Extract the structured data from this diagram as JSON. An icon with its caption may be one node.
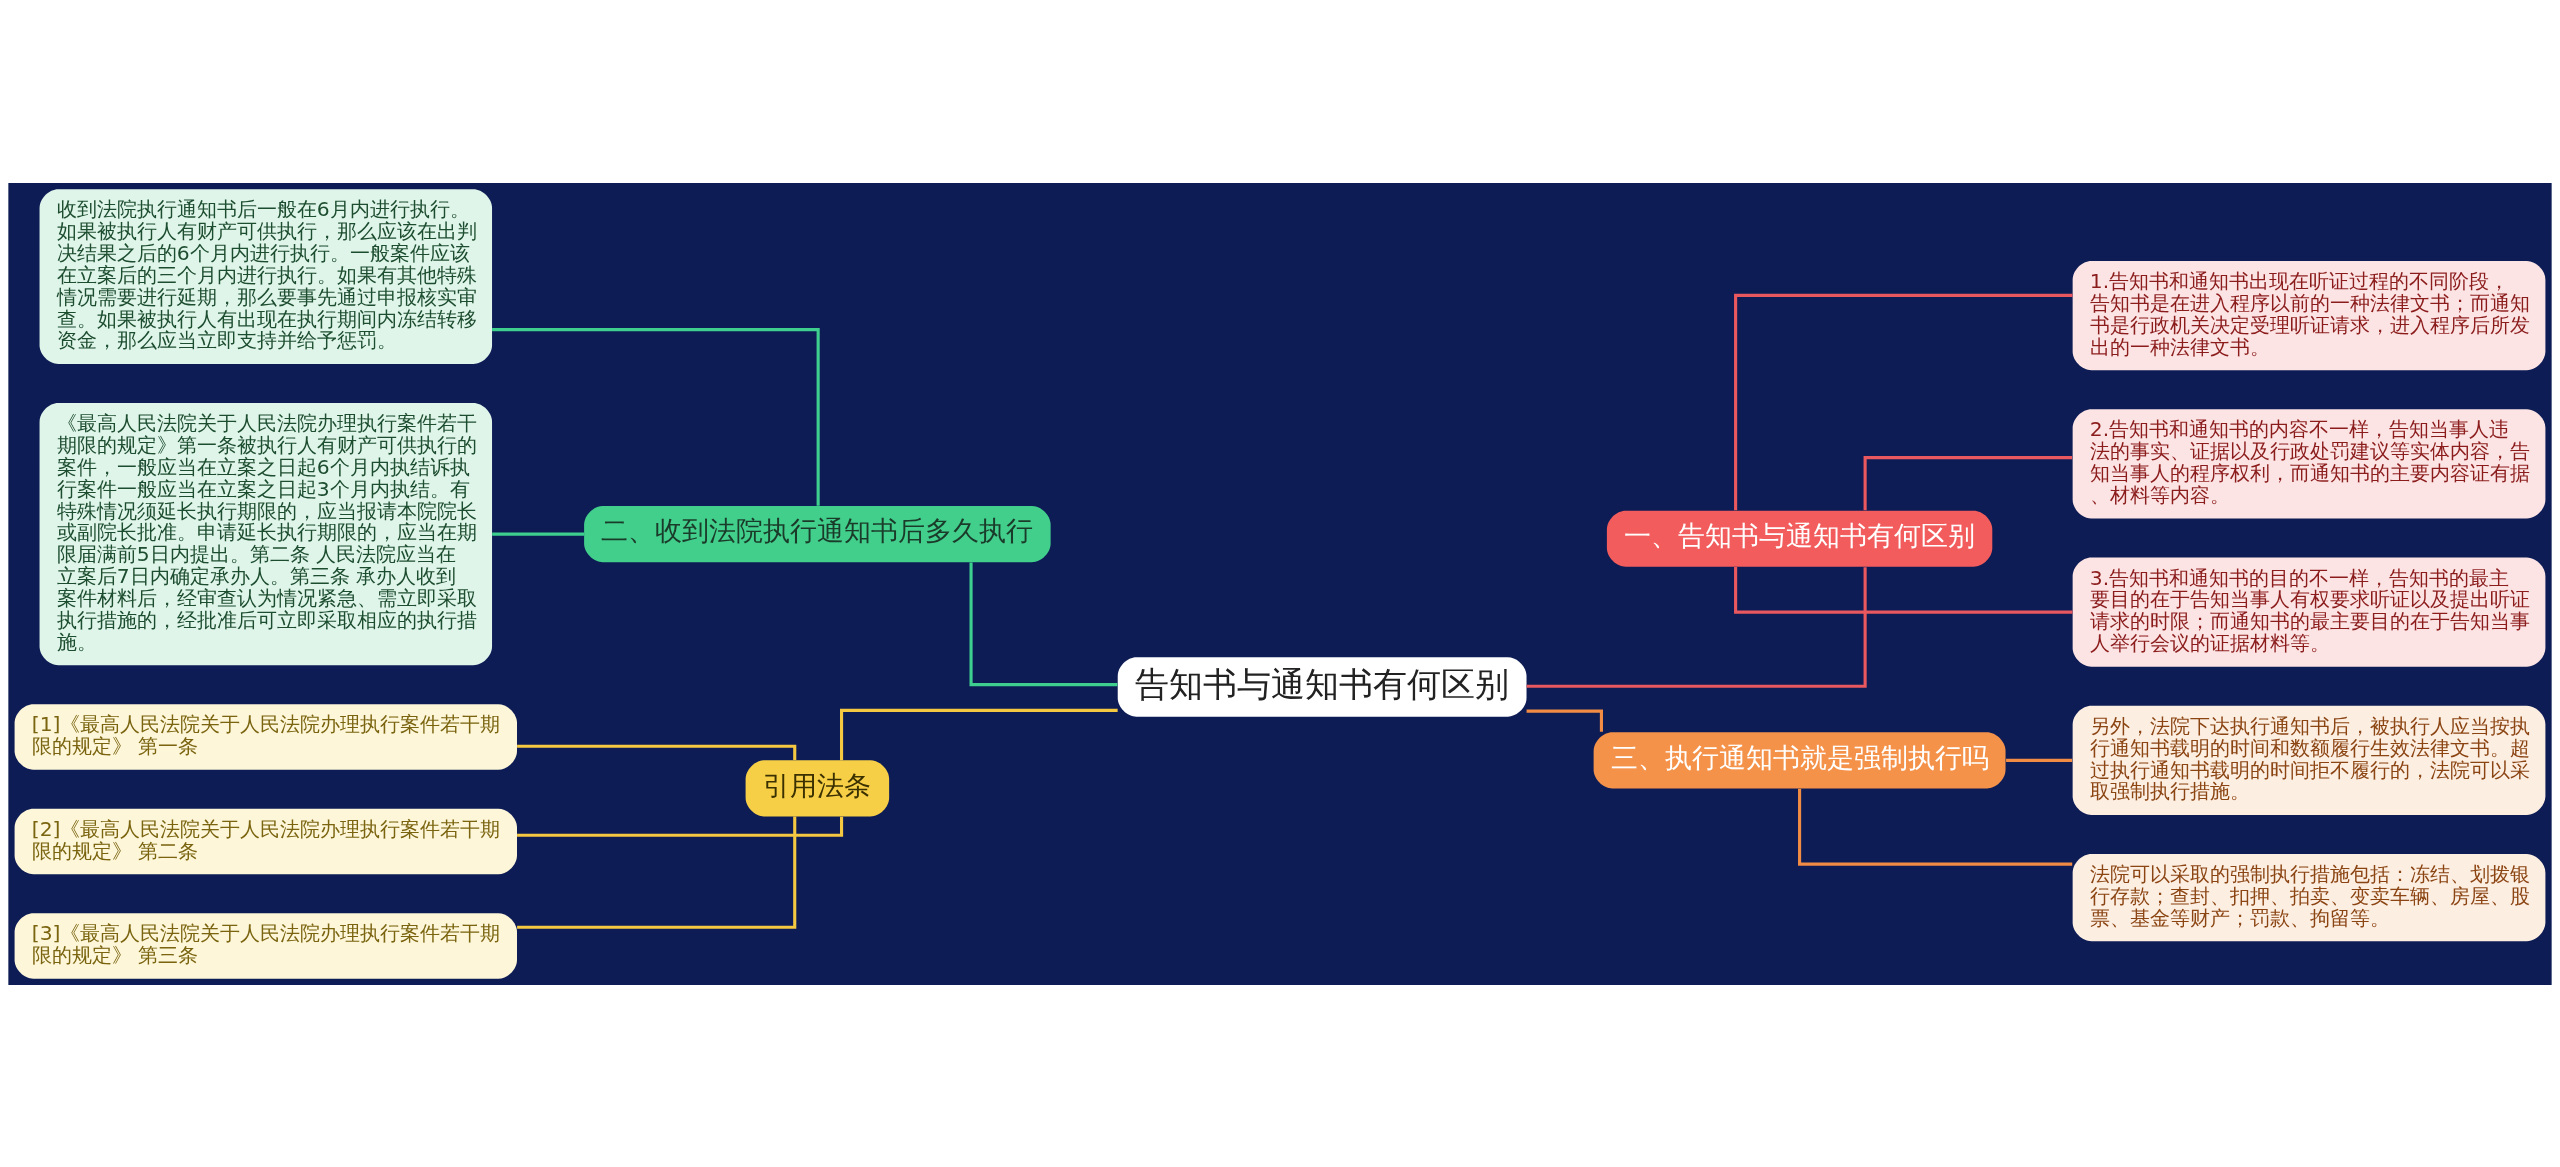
{
  "diagram": {
    "nodes": [
      {
        "text": [
          "告知书与通知书有何区别"
        ]
      },
      {
        "text": [
          "一、告知书与通知书有何区别"
        ]
      },
      {
        "text": [
          "1.告知书和通知书出现在听证过程的不同阶段，告知书是在进入程序以前的一种法律文书；而通知书是行政机关决定受理听证请求，进入程序后所发出的一种法律文书。"
        ]
      },
      {
        "text": [
          "2.告知书和通知书的内容不一样，告知当事人违法的事实、证据以及行政处罚建议等实体内容，告知当事人的程序权利，而通知书的主要内容证有据、材料等内容。"
        ]
      },
      {
        "text": [
          "3.告知书和通知书的目的不一样，告知书的最主要目的在于告知当事人有权要求听证以及提出听证请求的时限；而通知书的最主要目的在于告知当事人举行会议的证据材料等。"
        ]
      },
      {
        "text": [
          "三、执行通知书就是强制执行吗"
        ]
      },
      {
        "text": [
          "另外，法院下达执行通知书后，被执行人应当按执行通知书载明的时间和数额履行生效法律文书。超过执行通知书载明的时间拒不履行的，法院可以采取强制执行措施。"
        ]
      },
      {
        "text": [
          "法院可以采取的强制执行措施包括：冻结、划拨银行存款；查封、扣押、拍卖、变卖车辆、房屋、股票、基金等财产；罚款、拘留等。"
        ]
      },
      {
        "text": [
          "二、收到法院执行通知书后多久执行"
        ]
      },
      {
        "text": [
          "收到法院执行通知书后一般在6月内进行执行。如果被执行人有财产可供执行，那么应该在出判决结果之后的6个月内进行执行。一般案件应该在立案后的三个月内进行执行。如果有其他特殊情况需要进行延期，那么要事先通过申报核实审查。如果被执行人有出现在执行期间内冻结转移资金，那么应当立即支持并给予惩罚。"
        ]
      },
      {
        "text": [
          "《最高人民法院关于人民法院办理执行案件若干期限的规定》第一条被执行人有财产可供执行的案件，一般应当在立案之日起6个月内执结诉执行案件一般应当在立案之日起3个月内执结。有特殊情况须延长执行期限的，应当报请本院院长或副院长批准。申请延长执行期限的，应当在期限届满前5日内提出。第二条 人民法院应当在立案后7日内确定承办人。第三条 承办人收到案件材料后，经审查认为情况紧急、需立即采取执行措施的，经批准后可立即采取相应的执行措施。"
        ]
      },
      {
        "text": [
          "引用法条"
        ]
      },
      {
        "text": [
          "[1]《最高人民法院关于人民法院办理执行案件若干期限的规定》 第一条"
        ]
      },
      {
        "text": [
          "[2]《最高人民法院关于人民法院办理执行案件若干期限的规定》 第二条"
        ]
      },
      {
        "text": [
          "[3]《最高人民法院关于人民法院办理执行案件若干期限的规定》 第三条"
        ]
      }
    ],
    "edges": [
      {
        "from": 0,
        "to": 1,
        "arrow": "none",
        "color": "#e8585e"
      },
      {
        "from": 1,
        "to": 2,
        "arrow": "none",
        "color": "#e8585e"
      },
      {
        "from": 1,
        "to": 3,
        "arrow": "none",
        "color": "#e8585e"
      },
      {
        "from": 1,
        "to": 4,
        "arrow": "none",
        "color": "#e8585e"
      },
      {
        "from": 0,
        "to": 5,
        "arrow": "none",
        "color": "#f28c45"
      },
      {
        "from": 5,
        "to": 6,
        "arrow": "none",
        "color": "#f28c45"
      },
      {
        "from": 5,
        "to": 7,
        "arrow": "none",
        "color": "#f28c45"
      },
      {
        "from": 0,
        "to": 8,
        "arrow": "none",
        "color": "#3ecf8e"
      },
      {
        "from": 8,
        "to": 9,
        "arrow": "none",
        "color": "#3ecf8e"
      },
      {
        "from": 8,
        "to": 10,
        "arrow": "none",
        "color": "#3ecf8e"
      },
      {
        "from": 0,
        "to": 11,
        "arrow": "none",
        "color": "#f5c842"
      },
      {
        "from": 11,
        "to": 12,
        "arrow": "none",
        "color": "#f5c842"
      },
      {
        "from": 11,
        "to": 13,
        "arrow": "none",
        "color": "#f5c842"
      },
      {
        "from": 11,
        "to": 14,
        "arrow": "none",
        "color": "#f5c842"
      }
    ]
  }
}
